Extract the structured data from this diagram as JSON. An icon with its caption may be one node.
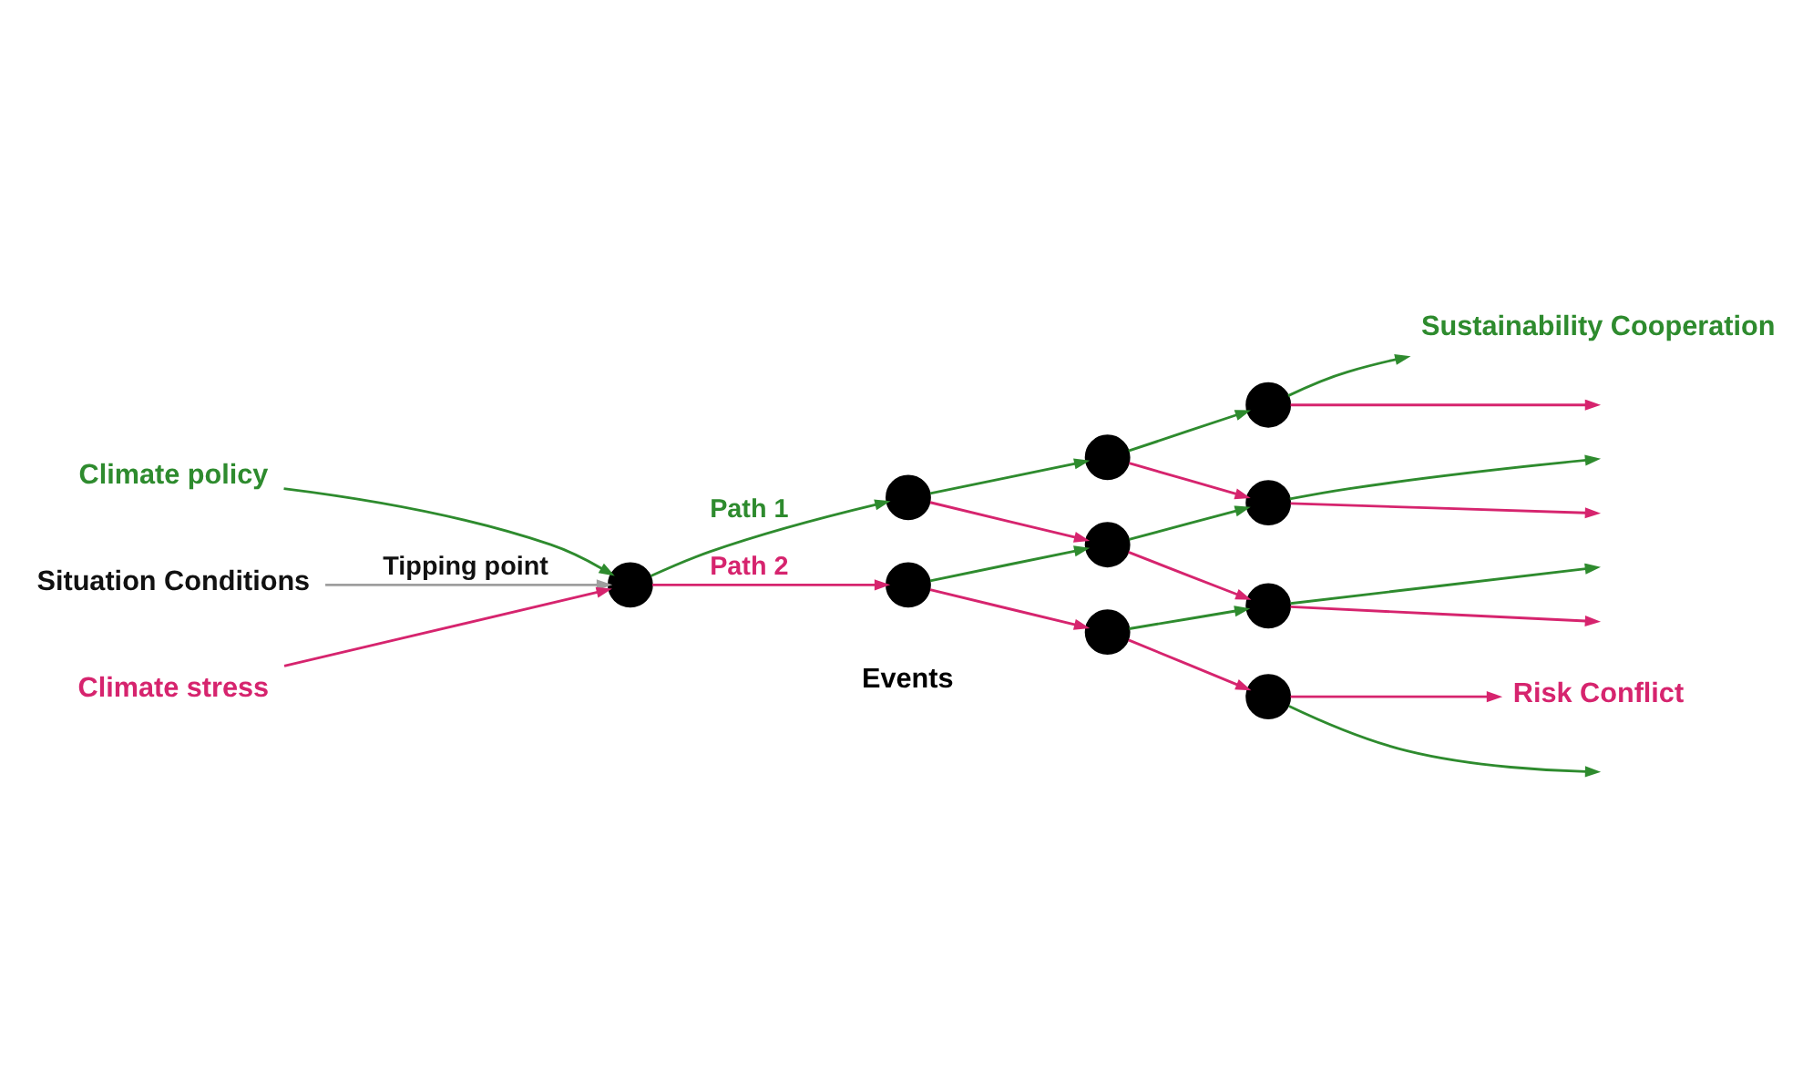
{
  "diagram": {
    "nodes": [
      {
        "text": [
          "Situation Conditions"
        ]
      },
      {
        "text": [
          "Climate policy"
        ]
      },
      {
        "text": [],
        "shape": "circle"
      },
      {
        "text": [
          "Climate stress"
        ]
      },
      {
        "text": [],
        "shape": "circle"
      },
      {
        "text": [],
        "shape": "circle"
      },
      {
        "text": [],
        "shape": "circle"
      },
      {
        "text": [],
        "shape": "circle"
      },
      {
        "text": [],
        "shape": "circle"
      },
      {
        "text": [],
        "shape": "circle"
      },
      {
        "text": [],
        "shape": "circle"
      },
      {
        "text": [],
        "shape": "circle"
      },
      {
        "text": [],
        "shape": "circle"
      },
      {
        "text": [
          "Sustainability Cooperation"
        ]
      },
      {
        "text": [
          "Risk Conflict"
        ]
      }
    ],
    "edges": [
      {
        "from": 0,
        "to": 2,
        "arrow": "to",
        "label": "Tipping point",
        "color": "#9e9e9e"
      },
      {
        "from": 1,
        "to": 2,
        "arrow": "to",
        "color": "#2e8b2e"
      },
      {
        "from": 3,
        "to": 2,
        "arrow": "to",
        "color": "#d6246e"
      },
      {
        "from": 2,
        "to": 4,
        "arrow": "to",
        "label": "Path 1",
        "color": "#2e8b2e"
      },
      {
        "from": 2,
        "to": 5,
        "arrow": "to",
        "label": "Path 2",
        "color": "#d6246e"
      },
      {
        "from": 4,
        "to": 6,
        "arrow": "to",
        "color": "#2e8b2e"
      },
      {
        "from": 4,
        "to": 7,
        "arrow": "to",
        "color": "#d6246e"
      },
      {
        "from": 5,
        "to": 7,
        "arrow": "to",
        "color": "#2e8b2e"
      },
      {
        "from": 5,
        "to": 8,
        "arrow": "to",
        "color": "#d6246e"
      },
      {
        "from": 6,
        "to": 9,
        "arrow": "to",
        "color": "#2e8b2e"
      },
      {
        "from": 6,
        "to": 10,
        "arrow": "to",
        "color": "#d6246e"
      },
      {
        "from": 7,
        "to": 10,
        "arrow": "to",
        "color": "#2e8b2e"
      },
      {
        "from": 7,
        "to": 11,
        "arrow": "to",
        "color": "#d6246e"
      },
      {
        "from": 8,
        "to": 11,
        "arrow": "to",
        "color": "#2e8b2e"
      },
      {
        "from": 8,
        "to": 12,
        "arrow": "to",
        "color": "#d6246e"
      },
      {
        "from": 9,
        "to": 13,
        "arrow": "to",
        "color": "#2e8b2e"
      },
      {
        "from": 9,
        "to": null,
        "arrow": "to",
        "color": "#d6246e"
      },
      {
        "from": 10,
        "to": null,
        "arrow": "to",
        "color": "#2e8b2e"
      },
      {
        "from": 10,
        "to": null,
        "arrow": "to",
        "color": "#d6246e"
      },
      {
        "from": 11,
        "to": null,
        "arrow": "to",
        "color": "#2e8b2e"
      },
      {
        "from": 11,
        "to": null,
        "arrow": "to",
        "color": "#d6246e"
      },
      {
        "from": 12,
        "to": null,
        "arrow": "to",
        "color": "#2e8b2e"
      },
      {
        "from": 12,
        "to": 14,
        "arrow": "to",
        "color": "#d6246e"
      }
    ],
    "labels": [
      "Events"
    ]
  }
}
